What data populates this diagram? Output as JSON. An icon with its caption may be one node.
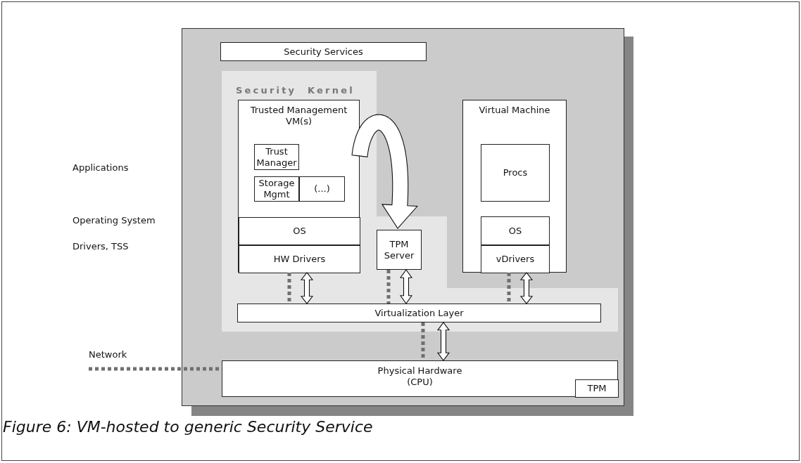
{
  "diagram": {
    "caption": "Figure 6: VM-hosted to generic Security Service",
    "nodes": [
      {
        "text": [
          "Security Services"
        ]
      },
      {
        "text": [
          "Security Kernel"
        ]
      },
      {
        "text": [
          "Trusted Management VM(s)"
        ],
        "in": 1
      },
      {
        "text": [
          "Trust Manager"
        ],
        "in": 2
      },
      {
        "text": [
          "Storage Mgmt"
        ],
        "in": 2
      },
      {
        "text": [
          "(...)"
        ],
        "in": 2
      },
      {
        "text": [
          "OS"
        ],
        "in": 2
      },
      {
        "text": [
          "HW Drivers"
        ],
        "in": 2
      },
      {
        "text": [
          "TPM Server"
        ],
        "in": 1
      },
      {
        "text": [
          "Virtual Machine"
        ]
      },
      {
        "text": [
          "Procs"
        ],
        "in": 9
      },
      {
        "text": [
          "OS"
        ],
        "in": 9
      },
      {
        "text": [
          "vDrivers"
        ],
        "in": 9
      },
      {
        "text": [
          "Virtualization Layer"
        ],
        "in": 1
      },
      {
        "text": [
          "Physical Hardware (CPU)"
        ]
      },
      {
        "text": [
          "TPM"
        ],
        "in": 14
      },
      {
        "text": [
          "Network"
        ]
      }
    ],
    "edges": [
      {
        "from": 2,
        "to": 8,
        "arrow": "to",
        "style": "thick"
      },
      {
        "from": 7,
        "to": 13,
        "arrow": "both"
      },
      {
        "from": 7,
        "to": 13,
        "arrow": "none",
        "style": "dashed",
        "color": "#707070"
      },
      {
        "from": 8,
        "to": 13,
        "arrow": "both"
      },
      {
        "from": 8,
        "to": 13,
        "arrow": "none",
        "style": "dashed",
        "color": "#707070"
      },
      {
        "from": 12,
        "to": 13,
        "arrow": "both"
      },
      {
        "from": 12,
        "to": 13,
        "arrow": "none",
        "style": "dashed",
        "color": "#707070"
      },
      {
        "from": 13,
        "to": 14,
        "arrow": "both"
      },
      {
        "from": 13,
        "to": 14,
        "arrow": "none",
        "style": "dashed",
        "color": "#707070"
      },
      {
        "from": 16,
        "to": 14,
        "arrow": "none",
        "style": "dashed",
        "color": "#707070"
      }
    ],
    "labels": [
      "Applications",
      "Operating System",
      "Drivers, TSS"
    ]
  }
}
